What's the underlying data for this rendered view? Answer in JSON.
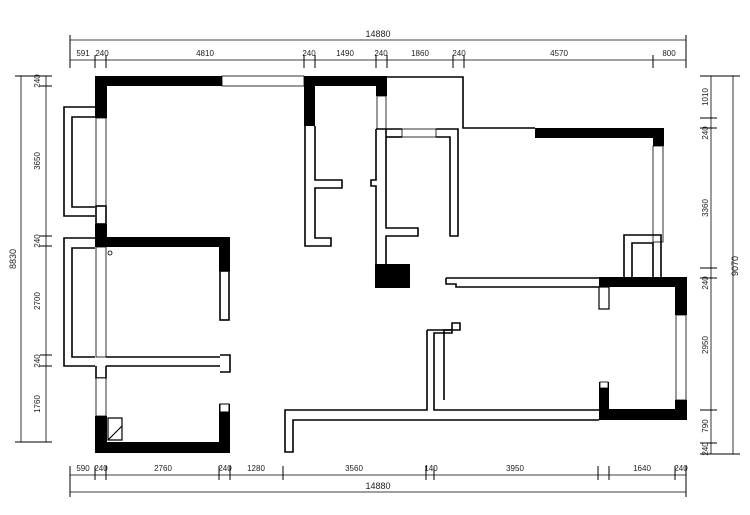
{
  "top_dims": {
    "total": "14880",
    "segments": [
      "591",
      "240",
      "4810",
      "240",
      "1490",
      "240",
      "1860",
      "240",
      "4570",
      "800"
    ]
  },
  "bottom_dims": {
    "total": "14880",
    "segments": [
      "590",
      "240",
      "2760",
      "240",
      "1280",
      "3560",
      "140",
      "3950",
      "1640",
      "240"
    ]
  },
  "left_dims": {
    "total": "8830",
    "segments": [
      "240",
      "3650",
      "240",
      "2700",
      "240",
      "1760"
    ]
  },
  "right_dims": {
    "total": "9070",
    "segments": [
      "1010",
      "240",
      "3360",
      "240",
      "2950",
      "790",
      "240"
    ]
  }
}
